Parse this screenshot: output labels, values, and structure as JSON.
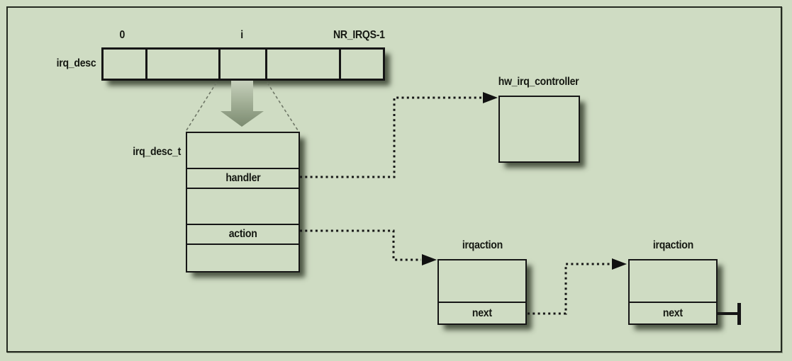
{
  "figure": {
    "background_color": "#cfdcc3",
    "frame_border_color": "#242a20",
    "line_color": "#161616",
    "dashed_expander_color": "#6e7666",
    "shadow_color": "rgba(56,66,48,0.85)",
    "expand_arrow_gradient": [
      "#c6d0bc",
      "#7b8a70"
    ]
  },
  "array": {
    "label": "irq_desc",
    "index_labels": [
      "0",
      "i",
      "NR_IRQS-1"
    ],
    "cell_count": 5
  },
  "struct_irq_desc_t": {
    "label": "irq_desc_t",
    "rows": [
      "",
      "handler",
      "",
      "action",
      ""
    ]
  },
  "hw_irq_controller_box": {
    "label": "hw_irq_controller"
  },
  "irqaction_boxes": [
    {
      "label": "irqaction",
      "next_label": "next"
    },
    {
      "label": "irqaction",
      "next_label": "next"
    }
  ],
  "pointers": {
    "handler_target": "hw_irq_controller",
    "action_target": "irqaction",
    "next_target": "irqaction",
    "list_end": "null-terminator"
  }
}
